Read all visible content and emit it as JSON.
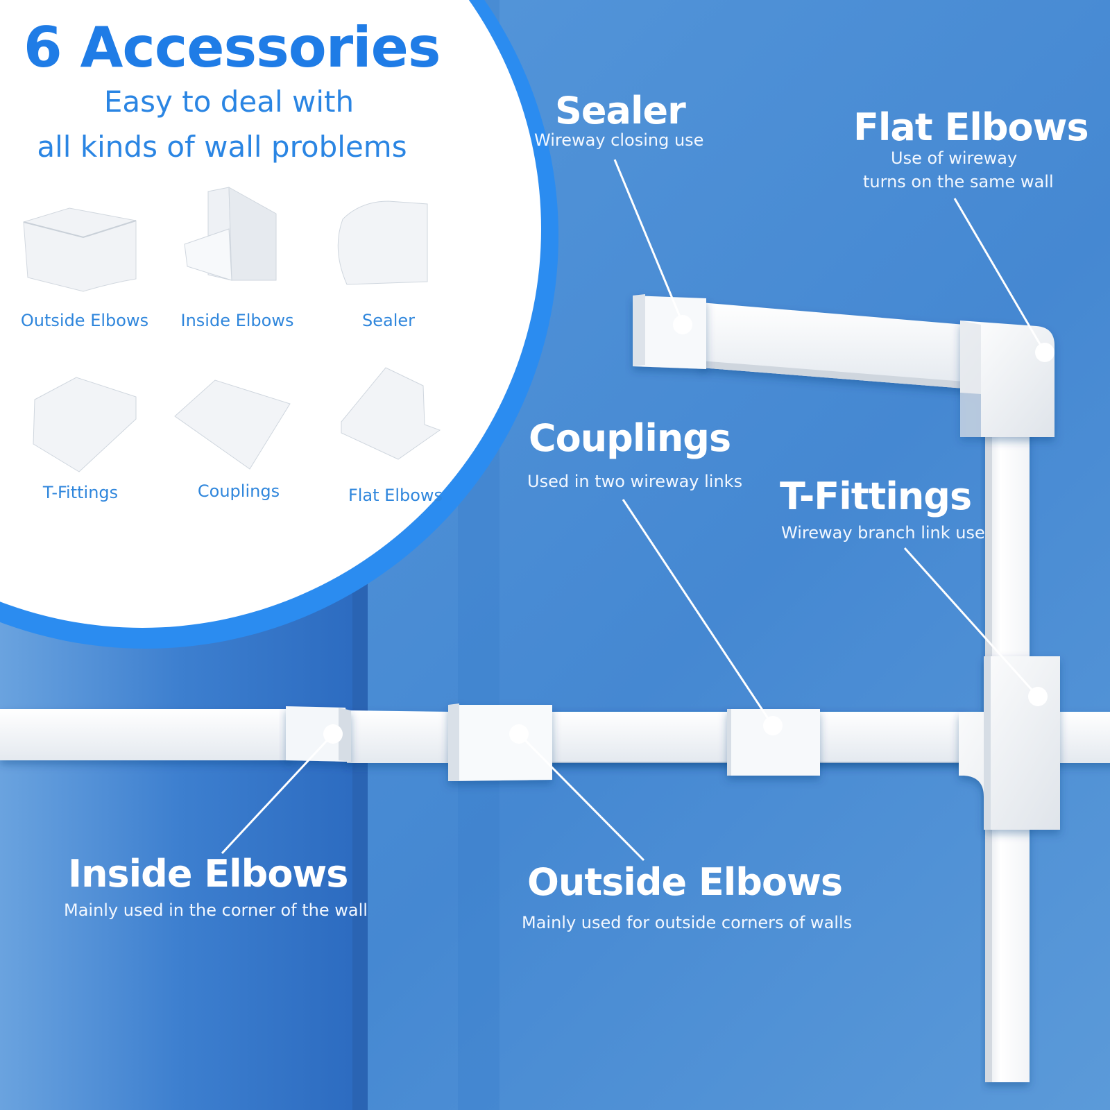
{
  "header": {
    "title": "6 Accessories",
    "subtitle_line1": "Easy to deal with",
    "subtitle_line2": "all kinds of wall problems"
  },
  "thumbnails": [
    {
      "label": "Outside Elbows"
    },
    {
      "label": "Inside Elbows"
    },
    {
      "label": "Sealer"
    },
    {
      "label": "T-Fittings"
    },
    {
      "label": "Couplings"
    },
    {
      "label": "Flat Elbows"
    }
  ],
  "callouts": {
    "sealer": {
      "title": "Sealer",
      "desc": "Wireway closing use"
    },
    "flat_elbows": {
      "title": "Flat Elbows",
      "desc_line1": "Use of wireway",
      "desc_line2": "turns on the same wall"
    },
    "couplings": {
      "title": "Couplings",
      "desc": "Used in two wireway links"
    },
    "t_fittings": {
      "title": "T-Fittings",
      "desc": "Wireway branch link use"
    },
    "inside_elbows": {
      "title": "Inside Elbows",
      "desc": "Mainly used in the corner of the wall"
    },
    "outside_elbows": {
      "title": "Outside Elbows",
      "desc": "Mainly used for outside corners of walls"
    }
  },
  "colors": {
    "wall_right": "#4a8fd6",
    "wall_left": "#2f72c4",
    "circle_ring": "#2b8cf0",
    "title_blue": "#1f7ce6",
    "label_blue": "#2f86dc"
  }
}
